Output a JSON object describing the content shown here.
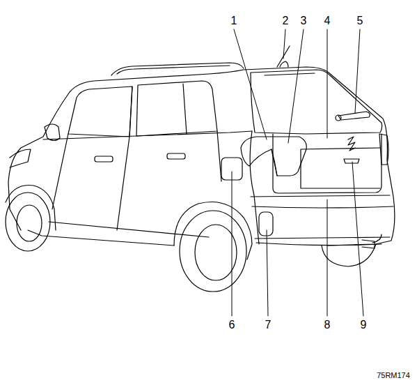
{
  "diagram": {
    "labels": [
      "1",
      "2",
      "3",
      "4",
      "5",
      "6",
      "7",
      "8",
      "9",
      "75RM174"
    ]
  }
}
